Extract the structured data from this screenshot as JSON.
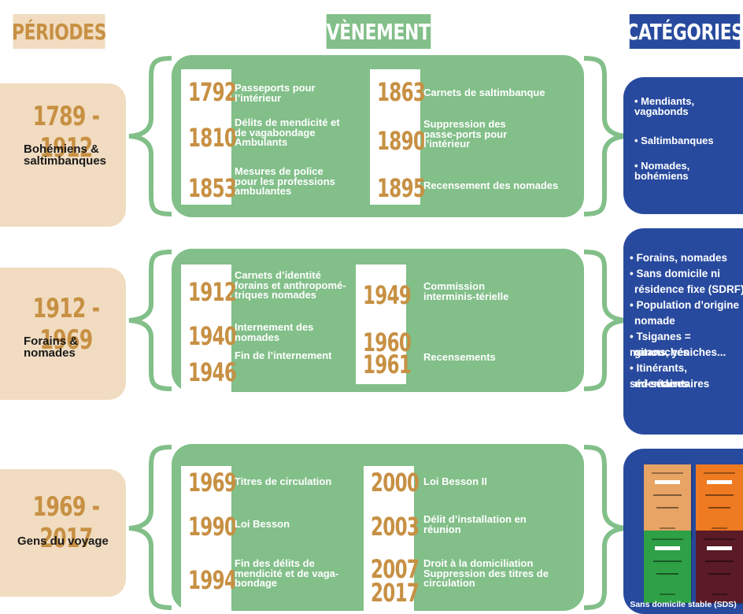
{
  "headers": {
    "periods": "PÉRIODES",
    "events": "ÉVÈNEMENTS",
    "categories": "CATÉGORIES"
  },
  "rows": [
    {
      "period": {
        "years": "1789 - 1912",
        "label": "Bohémiens & saltimbanques"
      },
      "events_left": [
        {
          "year": "1792",
          "text": "Passeports pour l’intérieur"
        },
        {
          "year": "1810",
          "text": "Délits de mendicité et de vagabondage Ambulants"
        },
        {
          "year": "1853",
          "text": "Mesures de police pour les professions ambulantes"
        }
      ],
      "events_right": [
        {
          "year": "1863",
          "text": "Carnets de saltimbanque"
        },
        {
          "year": "1890",
          "text": "Suppression des passe-ports pour l’intérieur"
        },
        {
          "year": "1895",
          "text": "Recensement des nomades"
        }
      ],
      "categories": [
        "• Mendiants, vagabonds",
        "• Saltimbanques",
        "• Nomades, bohémiens"
      ]
    },
    {
      "period": {
        "years": "1912 - 1969",
        "label": "Forains & nomades"
      },
      "events_left": [
        {
          "year": "1912",
          "text": "Carnets d’identité forains et anthropomé-triques nomades"
        },
        {
          "year": "1940",
          "text": "Internement des nomades"
        },
        {
          "year": "1946",
          "text": "Fin de l’internement"
        }
      ],
      "events_right": [
        {
          "year": "1949",
          "text": "Commission interminis-térielle"
        },
        {
          "year": "1960",
          "year2": "1961",
          "text": "Recensements"
        }
      ],
      "categories": [
        "• Forains, nomades",
        "• Sans domicile ni",
        "résidence fixe (SDRF)",
        "• Population d’origine",
        "nomade",
        "• Tsiganes = manouches",
        "gitans, yéniches...",
        "• Itinérants, sédentaires",
        "mi-sédentaires"
      ]
    },
    {
      "period": {
        "years": "1969 - 2017",
        "label": "Gens du voyage"
      },
      "events_left": [
        {
          "year": "1969",
          "text": "Titres de circulation"
        },
        {
          "year": "1990",
          "text": "Loi Besson"
        },
        {
          "year": "1994",
          "text": "Fin des délits de mendicité et de vaga-bondage"
        }
      ],
      "events_right": [
        {
          "year": "2000",
          "text": "Loi Besson II"
        },
        {
          "year": "2003",
          "text": "Délit d’installation en réunion"
        },
        {
          "year": "2007",
          "year2": "2017",
          "text": "Droit à la domiciliation Suppression des titres de circulation"
        }
      ],
      "caption": "Sans domicile stable (SDS)"
    }
  ],
  "colors": {
    "beige": "#f1dcc1",
    "gold": "#c79043",
    "green": "#82bf89",
    "blue": "#284a9e"
  }
}
